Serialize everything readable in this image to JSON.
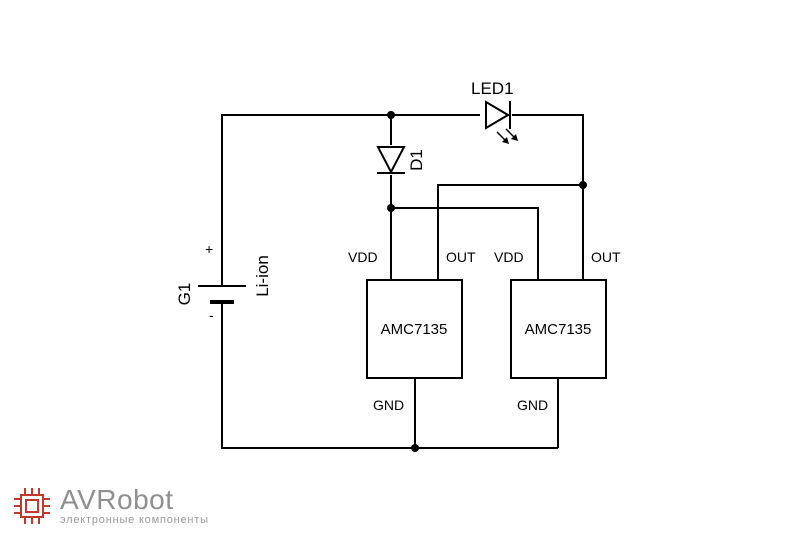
{
  "schematic": {
    "battery": {
      "ref": "G1",
      "type": "Li-ion",
      "plus": "+",
      "minus": "-"
    },
    "diode": {
      "ref": "D1"
    },
    "led": {
      "ref": "LED1"
    },
    "chips": [
      {
        "part": "AMC7135",
        "vdd": "VDD",
        "out": "OUT",
        "gnd": "GND"
      },
      {
        "part": "AMC7135",
        "vdd": "VDD",
        "out": "OUT",
        "gnd": "GND"
      }
    ]
  },
  "brand": {
    "name": "AVRobot",
    "tagline": "электронные компоненты",
    "color": "#c0392b"
  }
}
